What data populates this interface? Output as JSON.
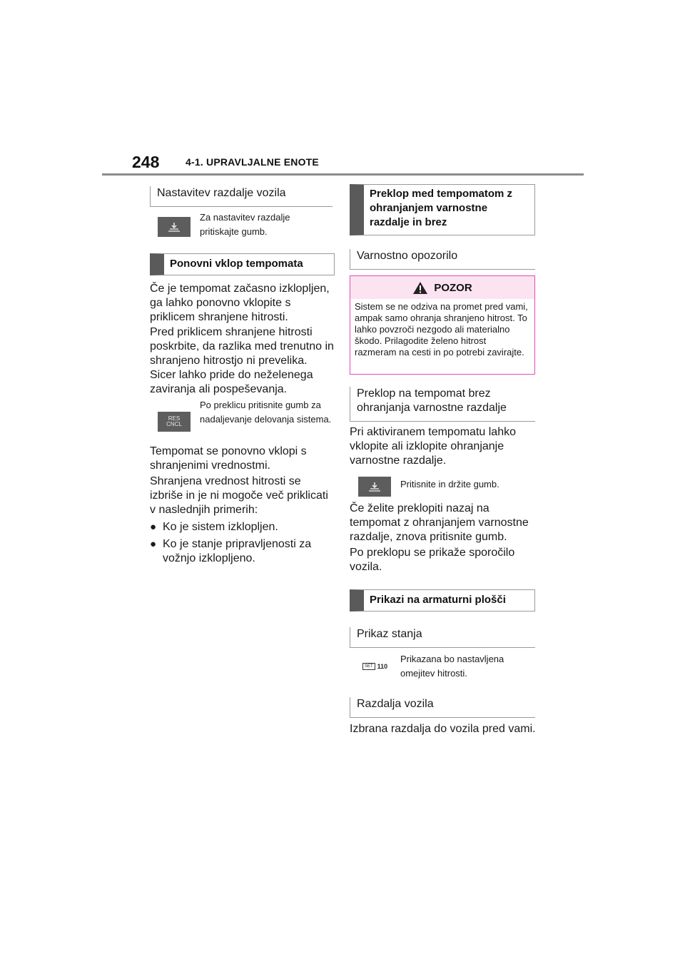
{
  "header": {
    "page_number": "248",
    "section": "4-1. UPRAVLJALNE ENOTE"
  },
  "left": {
    "heading_distance": "Nastavitev razdalje vozila",
    "distance_icon_text": "Za nastavitev razdalje pritiskajte gumb.",
    "heading_resume": "Ponovni vklop tempomata",
    "para1": "Če je tempomat začasno izklopljen, ga lahko ponovno vklopite s priklicem shranjene hitrosti.",
    "para2": "Pred priklicem shranjene hitrosti poskrbite, da razlika med trenutno in shranjeno hitrostjo ni prevelika. Sicer lahko pride do neželenega zaviranja ali pospeševanja.",
    "res_icon_label_1": "RES",
    "res_icon_label_2": "CNCL",
    "res_icon_text": "Po preklicu pritisnite gumb za nadaljevanje delovanja sistema.",
    "para3": "Tempomat se ponovno vklopi s shranjenimi vrednostmi.",
    "para4": "Shranjena vrednost hitrosti se izbriše in je ni mogoče več priklicati v naslednjih primerih:",
    "bullet1": "Ko je sistem izklopljen.",
    "bullet2": "Ko je stanje pripravljenosti za vožnjo izklopljeno."
  },
  "right": {
    "heading_switch": "Preklop med tempomatom z ohranjanjem varnostne razdalje in brez",
    "heading_warning": "Varnostno opozorilo",
    "warning": {
      "title": "POZOR",
      "text": "Sistem se ne odziva na promet pred vami, ampak samo ohranja shranjeno hitrost. To lahko povzroči nezgodo ali materialno škodo. Prilagodite želeno hitrost razmeram na cesti in po potrebi zavirajte.",
      "accent_color": "#e24bb8"
    },
    "heading_toggle": "Preklop na tempomat brez ohranjanja varnostne razdalje",
    "para1": "Pri aktiviranem tempomatu lahko vklopite ali izklopite ohranjanje varnostne razdalje.",
    "hold_icon_text": "Pritisnite in držite gumb.",
    "para2": "Če želite preklopiti nazaj na tempomat z ohranjanjem varnostne razdalje, znova pritisnite gumb.",
    "para3": "Po preklopu se prikaže sporočilo vozila.",
    "heading_displays": "Prikazi na armaturni plošči",
    "heading_status": "Prikaz stanja",
    "speed_set_label": "SET",
    "speed_value": "110",
    "speed_icon_text": "Prikazana bo nastavljena omejitev hitrosti.",
    "heading_gap": "Razdalja vozila",
    "para4": "Izbrana razdalja do vozila pred vami."
  }
}
